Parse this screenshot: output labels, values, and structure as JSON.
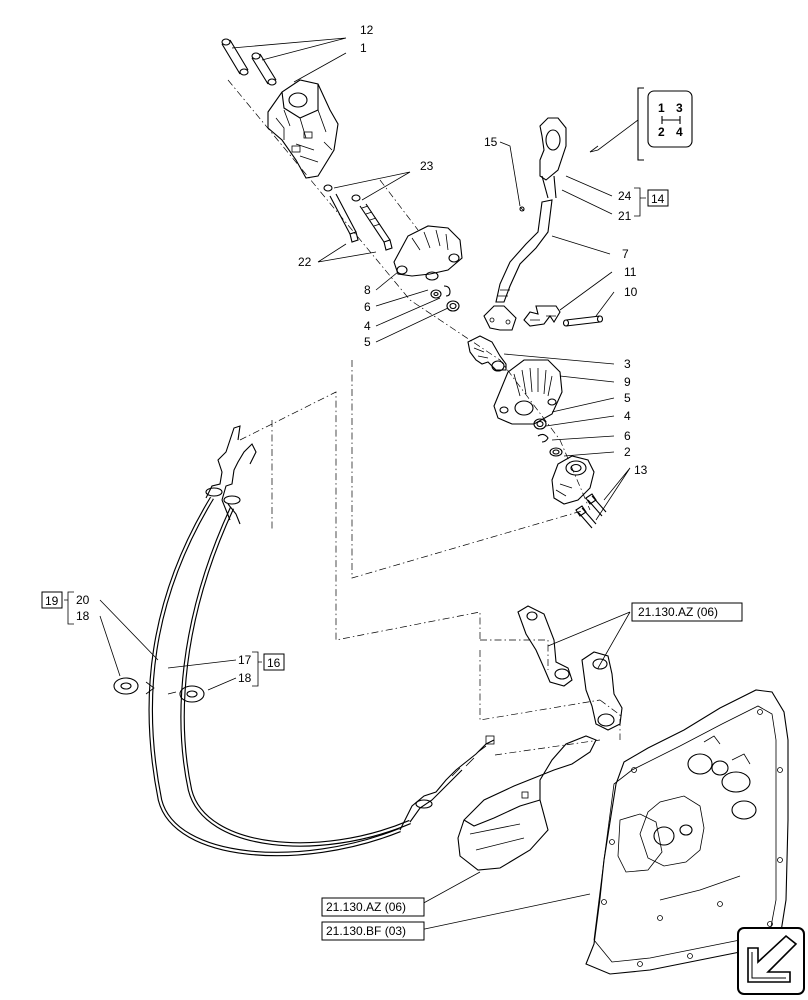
{
  "callouts": {
    "c1": "1",
    "c2": "2",
    "c3": "3",
    "c4": "4",
    "c5": "5",
    "c6": "6",
    "c7": "7",
    "c8": "8",
    "c9": "9",
    "c10": "10",
    "c11": "11",
    "c12": "12",
    "c13": "13",
    "c14": "14",
    "c15": "15",
    "c16": "16",
    "c17": "17",
    "c18": "18",
    "c19": "19",
    "c20": "20",
    "c21": "21",
    "c22": "22",
    "c23": "23",
    "c24": "24"
  },
  "references": {
    "ref_top": "21.130.AZ (06)",
    "ref_bottom_1": "21.130.AZ (06)",
    "ref_bottom_2": "21.130.BF (03)"
  },
  "shift_pattern": {
    "top_left": "1",
    "top_right": "3",
    "bottom_left": "2",
    "bottom_right": "4"
  },
  "icons": {
    "nav": "arrow-icon"
  }
}
